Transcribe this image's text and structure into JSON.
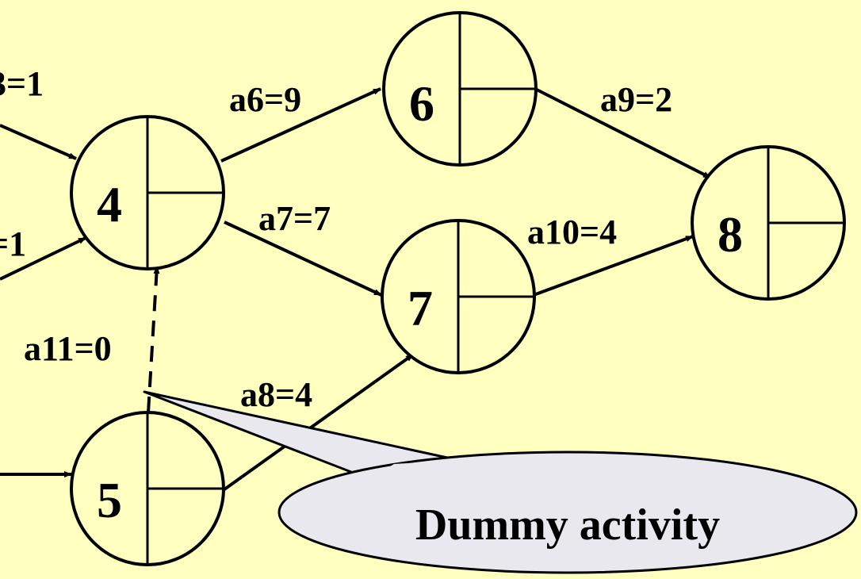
{
  "colors": {
    "background": "#ffffc0",
    "node_fill": "#ffffc0",
    "stroke": "#000000",
    "callout_fill": "#e8e8ee"
  },
  "nodes": [
    {
      "id": "4",
      "label": "4"
    },
    {
      "id": "5",
      "label": "5"
    },
    {
      "id": "6",
      "label": "6"
    },
    {
      "id": "7",
      "label": "7"
    },
    {
      "id": "8",
      "label": "8"
    }
  ],
  "edges": [
    {
      "id": "a3",
      "from": "",
      "to": "4",
      "label": "3=1"
    },
    {
      "id": "a4",
      "from": "",
      "to": "4",
      "label": "=1"
    },
    {
      "id": "a5",
      "from": "",
      "to": "5",
      "label": ""
    },
    {
      "id": "a6",
      "from": "4",
      "to": "6",
      "label": "a6=9"
    },
    {
      "id": "a7",
      "from": "4",
      "to": "7",
      "label": "a7=7"
    },
    {
      "id": "a8",
      "from": "5",
      "to": "7",
      "label": "a8=4"
    },
    {
      "id": "a9",
      "from": "6",
      "to": "8",
      "label": "a9=2"
    },
    {
      "id": "a10",
      "from": "7",
      "to": "8",
      "label": "a10=4"
    },
    {
      "id": "a11",
      "from": "5",
      "to": "4",
      "label": "a11=0",
      "style": "dashed"
    }
  ],
  "callout": {
    "text": "Dummy activity"
  }
}
